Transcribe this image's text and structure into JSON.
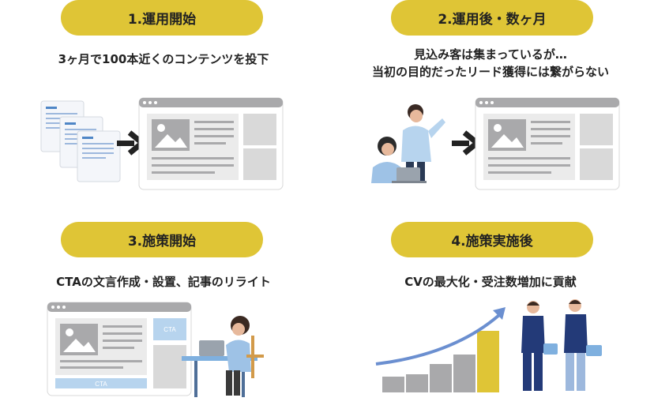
{
  "panels": [
    {
      "title": "1.運用開始",
      "lines": [
        "3ヶ月で100本近くのコンテンツを投下"
      ]
    },
    {
      "title": "2.運用後・数ヶ月",
      "lines": [
        "見込み客は集まっているが…",
        "当初の目的だったリード獲得には繋がらない"
      ]
    },
    {
      "title": "3.施策開始",
      "lines": [
        "CTAの文言作成・設置、記事のリライト"
      ],
      "cta_box_label": "CTA",
      "cta_bar_label": "CTA"
    },
    {
      "title": "4.施策実施後",
      "lines": [
        "CVの最大化・受注数増加に貢献"
      ],
      "bar_chart_levels": [
        1,
        1.15,
        1.8,
        2.4,
        3.9
      ]
    }
  ],
  "colors": {
    "accent_yellow": "#dfc536",
    "arrow_blue": "#6b8fd0",
    "doc_blue": "#4f86c6",
    "window_gray": "#a9a9ab",
    "suit_navy": "#233a78"
  },
  "icons": [
    "document-icon",
    "arrow-right-icon",
    "browser-window-icon",
    "image-placeholder-icon",
    "people-icon",
    "laptop-icon",
    "bar-growth-icon",
    "handshake-icon"
  ]
}
